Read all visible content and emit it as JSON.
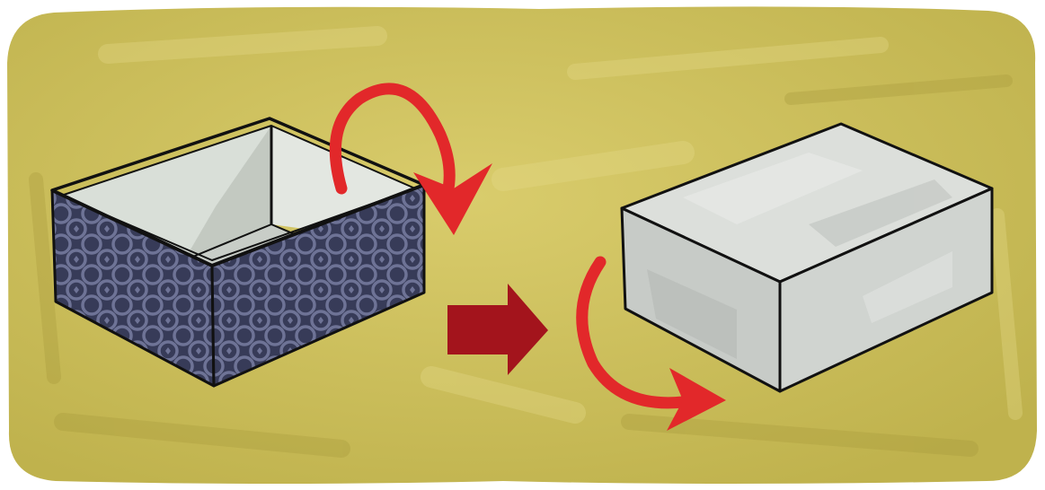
{
  "panel": {
    "background": "#c9bd56",
    "highlight": "#ddd07a",
    "shadow": "#b3a644"
  },
  "left_box": {
    "state": "open",
    "pattern_color": "#3a3f5c",
    "interior_color": "#dde2dc"
  },
  "right_box": {
    "state": "inverted",
    "color": "#d3d6d3"
  },
  "transition_arrow": {
    "color": "#a3141c",
    "direction": "right"
  },
  "flip_arrows": {
    "color": "#e2282a"
  }
}
